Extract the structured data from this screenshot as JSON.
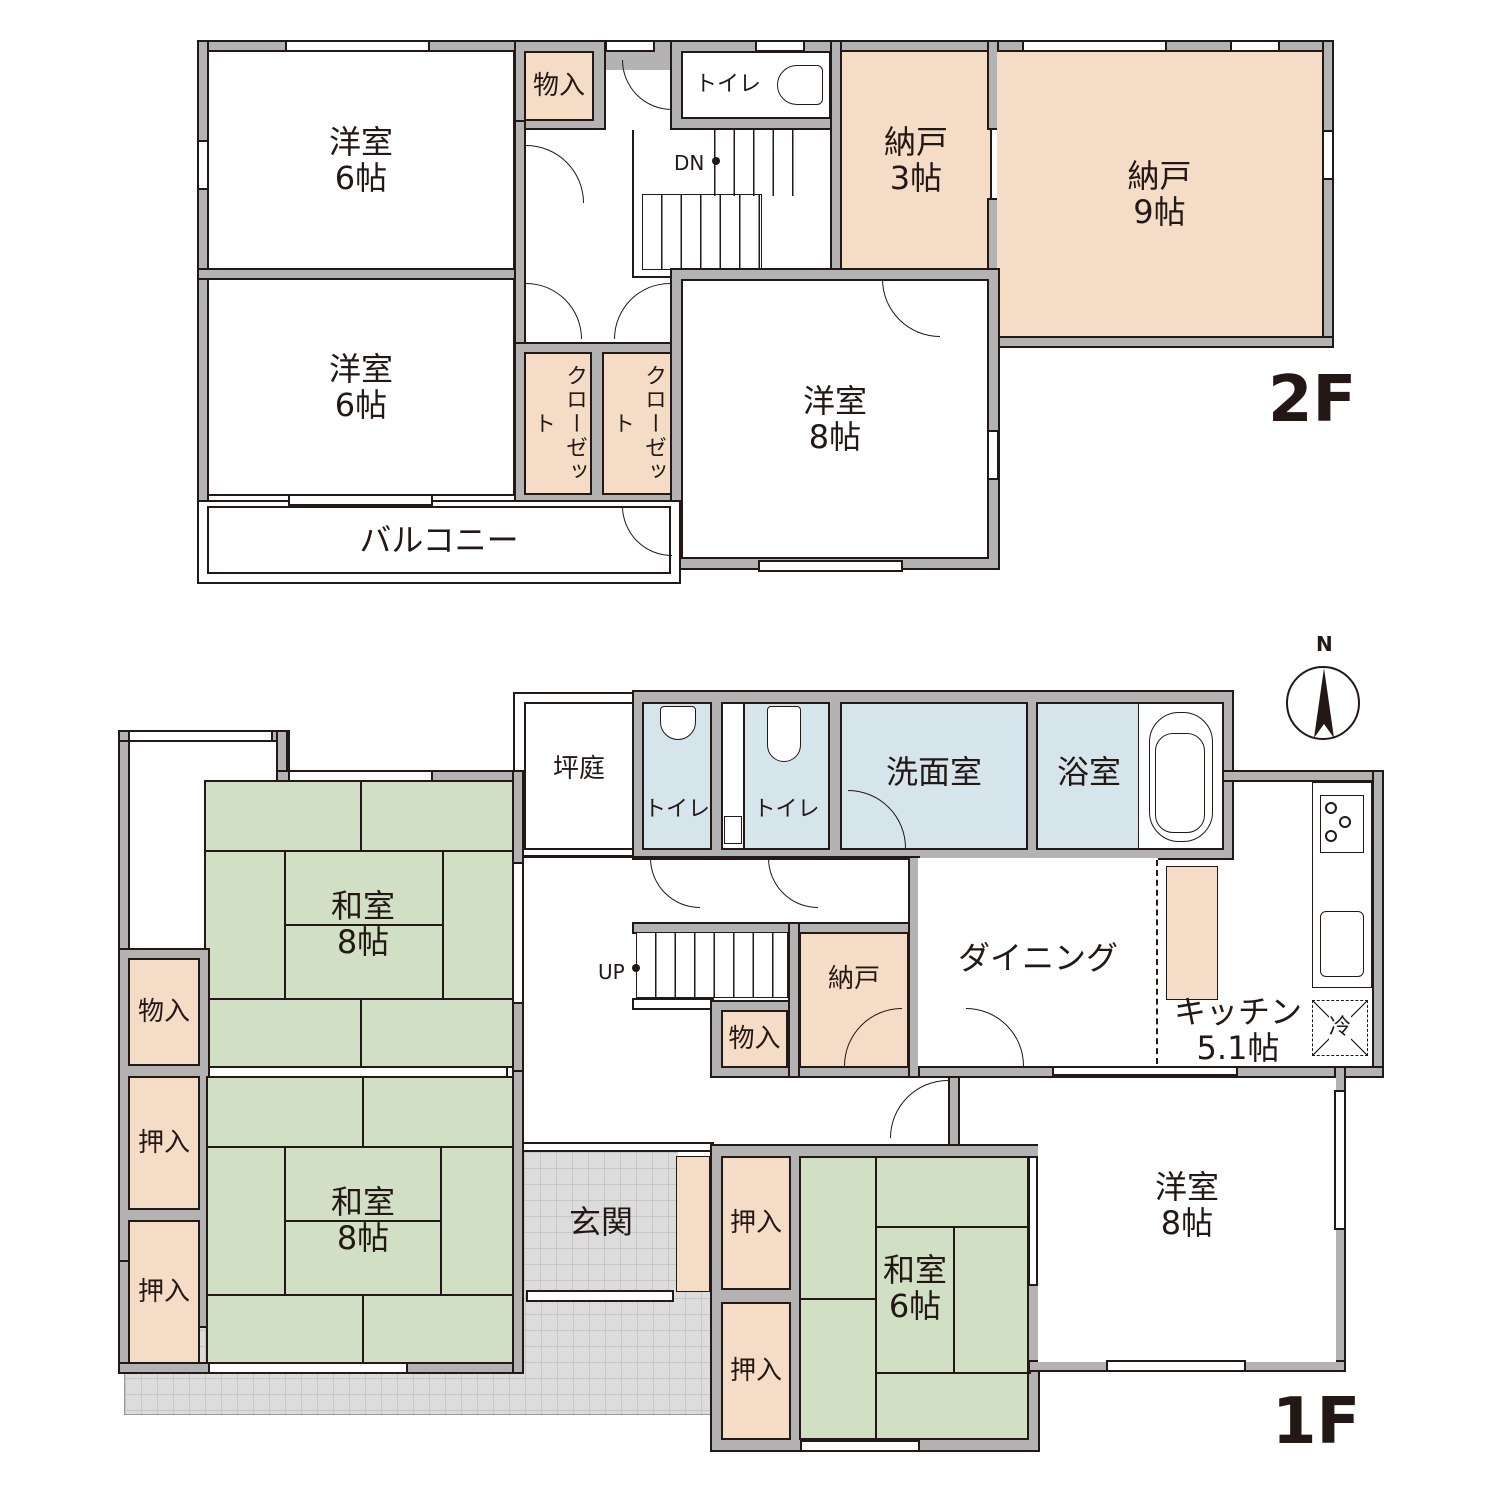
{
  "floor_2f": {
    "label": "2F",
    "rooms": {
      "western_6_top": {
        "name": "洋室",
        "size": "6帖"
      },
      "storage_top": {
        "name": "物入"
      },
      "toilet": {
        "name": "トイレ"
      },
      "stairs": {
        "label": "DN"
      },
      "nando_3": {
        "name": "納戸",
        "size": "3帖"
      },
      "nando_9": {
        "name": "納戸",
        "size": "9帖"
      },
      "western_6_mid": {
        "name": "洋室",
        "size": "6帖"
      },
      "closet_1": {
        "name": "クローゼット"
      },
      "closet_2": {
        "name": "クローゼット"
      },
      "western_8": {
        "name": "洋室",
        "size": "8帖"
      },
      "balcony": {
        "name": "バルコニー"
      }
    }
  },
  "floor_1f": {
    "label": "1F",
    "compass": {
      "label": "N"
    },
    "rooms": {
      "courtyard": {
        "name": "坪庭"
      },
      "toilet_1": {
        "name": "トイレ"
      },
      "toilet_2": {
        "name": "トイレ"
      },
      "washroom": {
        "name": "洗面室"
      },
      "bathroom": {
        "name": "浴室"
      },
      "japanese_8_top": {
        "name": "和室",
        "size": "8帖"
      },
      "storage_left": {
        "name": "物入"
      },
      "closet_left_1": {
        "name": "押入"
      },
      "closet_left_2": {
        "name": "押入"
      },
      "japanese_8_bottom": {
        "name": "和室",
        "size": "8帖"
      },
      "stairs": {
        "label": "UP"
      },
      "nando": {
        "name": "納戸"
      },
      "storage_center": {
        "name": "物入"
      },
      "dining": {
        "name": "ダイニング"
      },
      "kitchen": {
        "name": "キッチン",
        "size": "5.1帖"
      },
      "fridge": {
        "name": "冷"
      },
      "entrance": {
        "name": "玄関"
      },
      "closet_mid_1": {
        "name": "押入"
      },
      "closet_mid_2": {
        "name": "押入"
      },
      "japanese_6": {
        "name": "和室",
        "size": "6帖"
      },
      "western_8": {
        "name": "洋室",
        "size": "8帖"
      }
    }
  },
  "colors": {
    "wall": "#b3b3b3",
    "line": "#231815",
    "storage_beige": "#f5dcc6",
    "tatami_green": "#d1e0c5",
    "wet_blue": "#d6e4ec",
    "entrance_tile": "#dcdcdc"
  }
}
